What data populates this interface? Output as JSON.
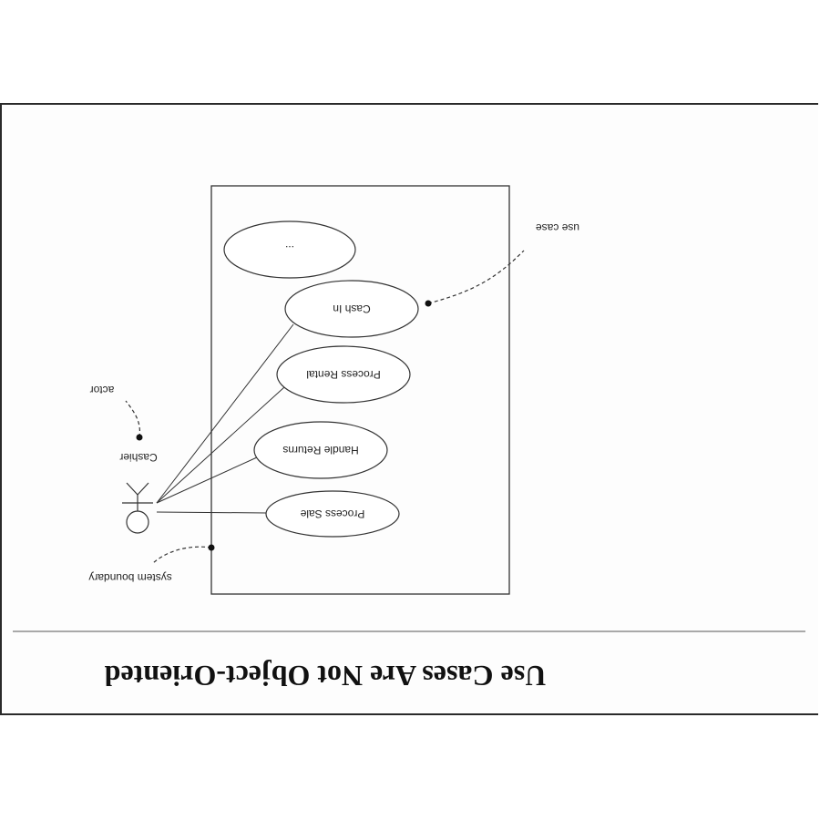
{
  "slide": {
    "title": "Use Cases Are Not Object-Oriented"
  },
  "diagram": {
    "use_cases": [
      "...",
      "Cash In",
      "Process Rental",
      "Handle Returns",
      "Process Sale"
    ],
    "actor_name": "Cashier",
    "annotations": {
      "use_case": "use case",
      "actor": "actor",
      "system_boundary": "system boundary"
    }
  }
}
